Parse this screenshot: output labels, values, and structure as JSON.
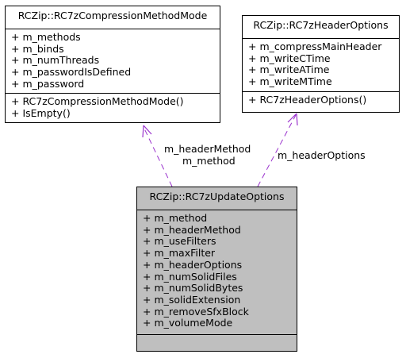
{
  "classes": {
    "compression_method_mode": {
      "title": "RCZip::RC7zCompressionMethodMode",
      "attributes": [
        "+ m_methods",
        "+ m_binds",
        "+ m_numThreads",
        "+ m_passwordIsDefined",
        "+ m_password"
      ],
      "operations": [
        "+ RC7zCompressionMethodMode()",
        "+ IsEmpty()"
      ]
    },
    "header_options": {
      "title": "RCZip::RC7zHeaderOptions",
      "attributes": [
        "+ m_compressMainHeader",
        "+ m_writeCTime",
        "+ m_writeATime",
        "+ m_writeMTime"
      ],
      "operations": [
        "+ RC7zHeaderOptions()"
      ]
    },
    "update_options": {
      "title": "RCZip::RC7zUpdateOptions",
      "attributes": [
        "+ m_method",
        "+ m_headerMethod",
        "+ m_useFilters",
        "+ m_maxFilter",
        "+ m_headerOptions",
        "+ m_numSolidFiles",
        "+ m_numSolidBytes",
        "+ m_solidExtension",
        "+ m_removeSfxBlock",
        "+ m_volumeMode"
      ],
      "operations": []
    }
  },
  "edges": {
    "mode_to_update": {
      "label_line1": "m_headerMethod",
      "label_line2": "m_method"
    },
    "header_to_update": {
      "label": "m_headerOptions"
    }
  },
  "colors": {
    "edge": "#9a32cd",
    "highlight_fill": "#bfbfbf"
  }
}
